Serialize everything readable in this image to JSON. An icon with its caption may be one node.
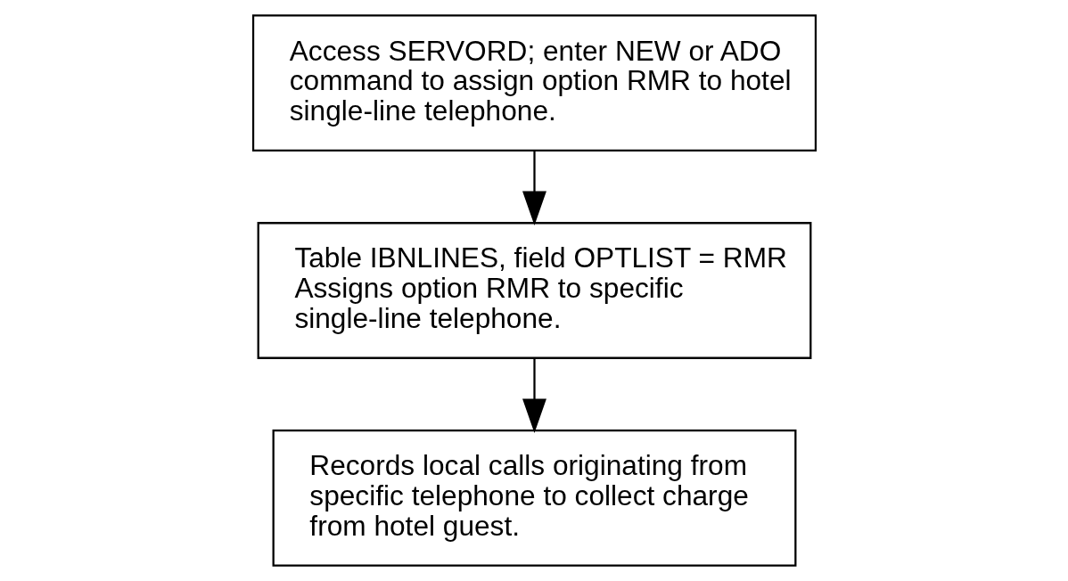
{
  "diagram": {
    "nodes": [
      {
        "text": [
          "Access SERVORD; enter NEW or ADO command to assign option RMR to hotel single-line telephone."
        ]
      },
      {
        "text": [
          "Table IBNLINES, field OPTLIST = RMR",
          "Assigns option RMR to specific single-line telephone."
        ]
      },
      {
        "text": [
          "Records local calls originating from specific telephone to collect charge from hotel guest."
        ]
      }
    ],
    "edges": [
      {
        "from": 0,
        "to": 1,
        "arrow": "to"
      },
      {
        "from": 1,
        "to": 2,
        "arrow": "to"
      }
    ]
  }
}
